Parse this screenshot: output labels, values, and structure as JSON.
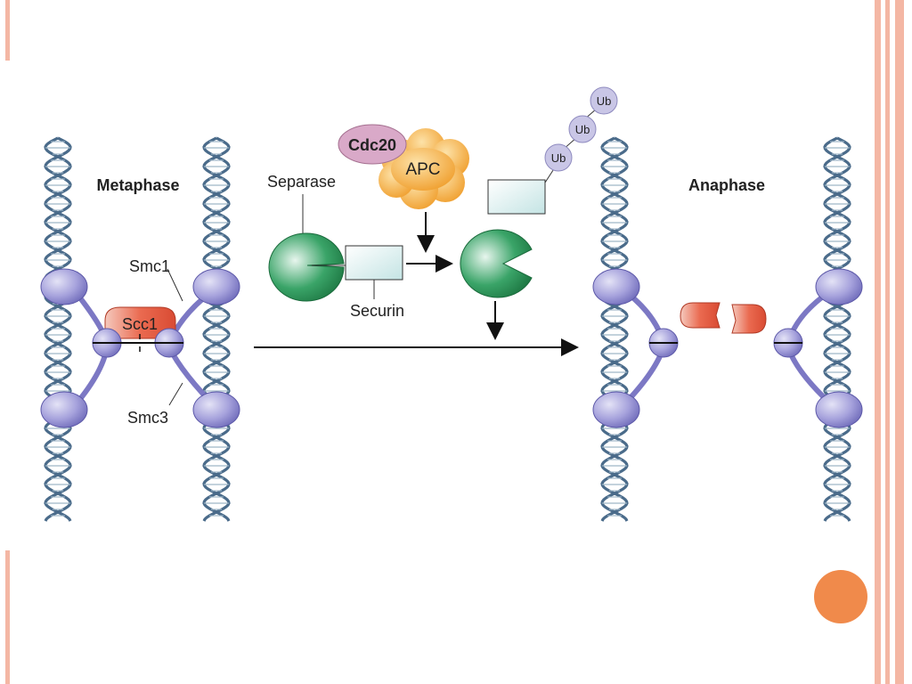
{
  "slide": {
    "background": "#ffffff",
    "accent": "#f08a4b",
    "stripe_color": "#f4b7a4"
  },
  "diagram": {
    "labels": {
      "metaphase": "Metaphase",
      "anaphase": "Anaphase",
      "separase": "Separase",
      "securin": "Securin",
      "apc": "APC",
      "cdc20": "Cdc20",
      "smc1": "Smc1",
      "smc3": "Smc3",
      "scc1": "Scc1",
      "ub": [
        "Ub",
        "Ub",
        "Ub"
      ]
    },
    "colors": {
      "dna": "#4a6b8a",
      "cohesin_head": "#9b97d6",
      "cohesin_arm": "#7c78c4",
      "scc1": "#e8624a",
      "separase": "#2f9a5a",
      "securin": "#cfeaea",
      "apc": "#f3a53a",
      "cdc20": "#d9a9c8",
      "ubiquitin": "#c9c6e6"
    }
  }
}
